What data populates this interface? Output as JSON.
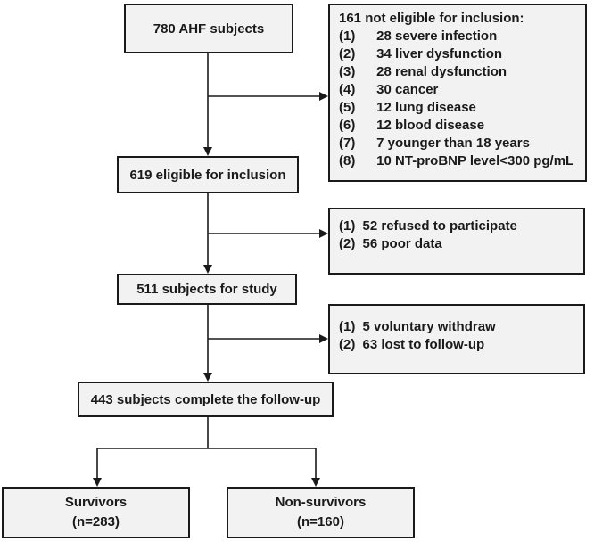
{
  "nodes": {
    "subjects": "780 AHF subjects",
    "eligible": "619 eligible for inclusion",
    "study": "511 subjects for study",
    "complete": "443 subjects complete the follow-up",
    "survivors": {
      "label": "Survivors",
      "n": "(n=283)"
    },
    "nonsurvivors": {
      "label": "Non-survivors",
      "n": "(n=160)"
    }
  },
  "exclusion1": {
    "title": "161 not eligible for inclusion:",
    "items": [
      {
        "num": "(1)",
        "text": "28 severe infection"
      },
      {
        "num": "(2)",
        "text": "34 liver dysfunction"
      },
      {
        "num": "(3)",
        "text": "28 renal dysfunction"
      },
      {
        "num": "(4)",
        "text": "30 cancer"
      },
      {
        "num": "(5)",
        "text": "12 lung disease"
      },
      {
        "num": "(6)",
        "text": "12 blood disease"
      },
      {
        "num": "(7)",
        "text": "7 younger than 18 years"
      },
      {
        "num": "(8)",
        "text": "10 NT-proBNP level<300 pg/mL"
      }
    ]
  },
  "exclusion2": {
    "items": [
      {
        "num": "(1)",
        "text": "52 refused to participate"
      },
      {
        "num": "(2)",
        "text": "56 poor data"
      }
    ]
  },
  "exclusion3": {
    "items": [
      {
        "num": "(1)",
        "text": "5 voluntary withdraw"
      },
      {
        "num": "(2)",
        "text": "63 lost to follow-up"
      }
    ]
  }
}
